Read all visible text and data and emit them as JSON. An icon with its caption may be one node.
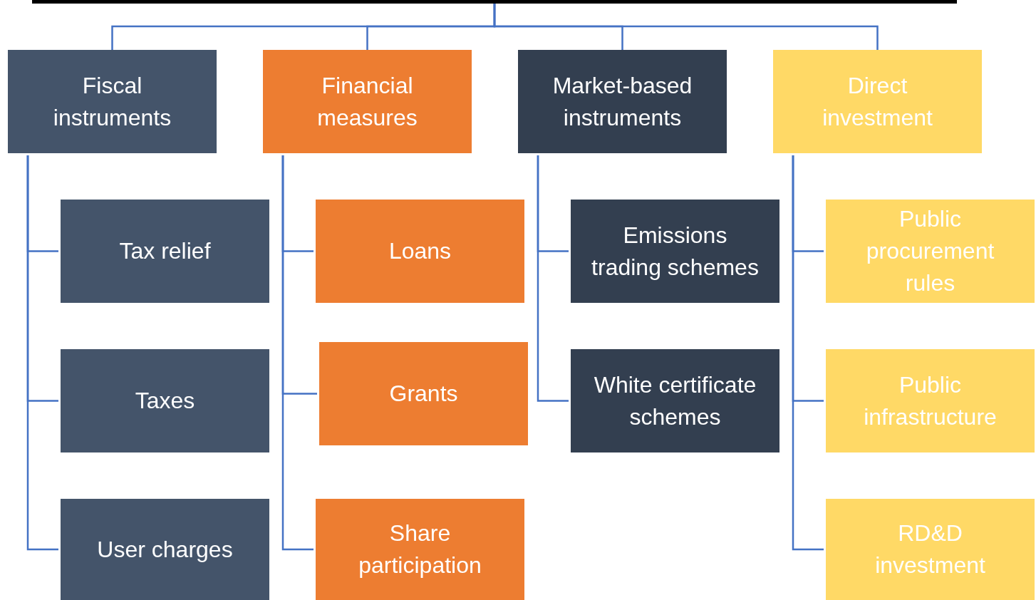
{
  "diagram": {
    "nodes": [
      {
        "text": [],
        "shape": "bar"
      },
      {
        "text": [
          "Fiscal instruments"
        ]
      },
      {
        "text": [
          "Financial measures"
        ]
      },
      {
        "text": [
          "Market-based instruments"
        ]
      },
      {
        "text": [
          "Direct investment"
        ]
      },
      {
        "text": [
          "Tax relief"
        ]
      },
      {
        "text": [
          "Taxes"
        ]
      },
      {
        "text": [
          "User charges"
        ]
      },
      {
        "text": [
          "Loans"
        ]
      },
      {
        "text": [
          "Grants"
        ]
      },
      {
        "text": [
          "Share participation"
        ]
      },
      {
        "text": [
          "Emissions trading schemes"
        ]
      },
      {
        "text": [
          "White certificate schemes"
        ]
      },
      {
        "text": [
          "Public procurement rules"
        ]
      },
      {
        "text": [
          "Public infrastructure"
        ]
      },
      {
        "text": [
          "RD&D investment"
        ]
      }
    ],
    "edges": [
      {
        "from": 0,
        "to": 1,
        "arrow": "none"
      },
      {
        "from": 0,
        "to": 2,
        "arrow": "none"
      },
      {
        "from": 0,
        "to": 3,
        "arrow": "none"
      },
      {
        "from": 0,
        "to": 4,
        "arrow": "none"
      },
      {
        "from": 1,
        "to": 5,
        "arrow": "none"
      },
      {
        "from": 1,
        "to": 6,
        "arrow": "none"
      },
      {
        "from": 1,
        "to": 7,
        "arrow": "none"
      },
      {
        "from": 2,
        "to": 8,
        "arrow": "none"
      },
      {
        "from": 2,
        "to": 9,
        "arrow": "none"
      },
      {
        "from": 2,
        "to": 10,
        "arrow": "none"
      },
      {
        "from": 3,
        "to": 11,
        "arrow": "none"
      },
      {
        "from": 3,
        "to": 12,
        "arrow": "none"
      },
      {
        "from": 4,
        "to": 13,
        "arrow": "none"
      },
      {
        "from": 4,
        "to": 14,
        "arrow": "none"
      },
      {
        "from": 4,
        "to": 15,
        "arrow": "none"
      }
    ]
  }
}
